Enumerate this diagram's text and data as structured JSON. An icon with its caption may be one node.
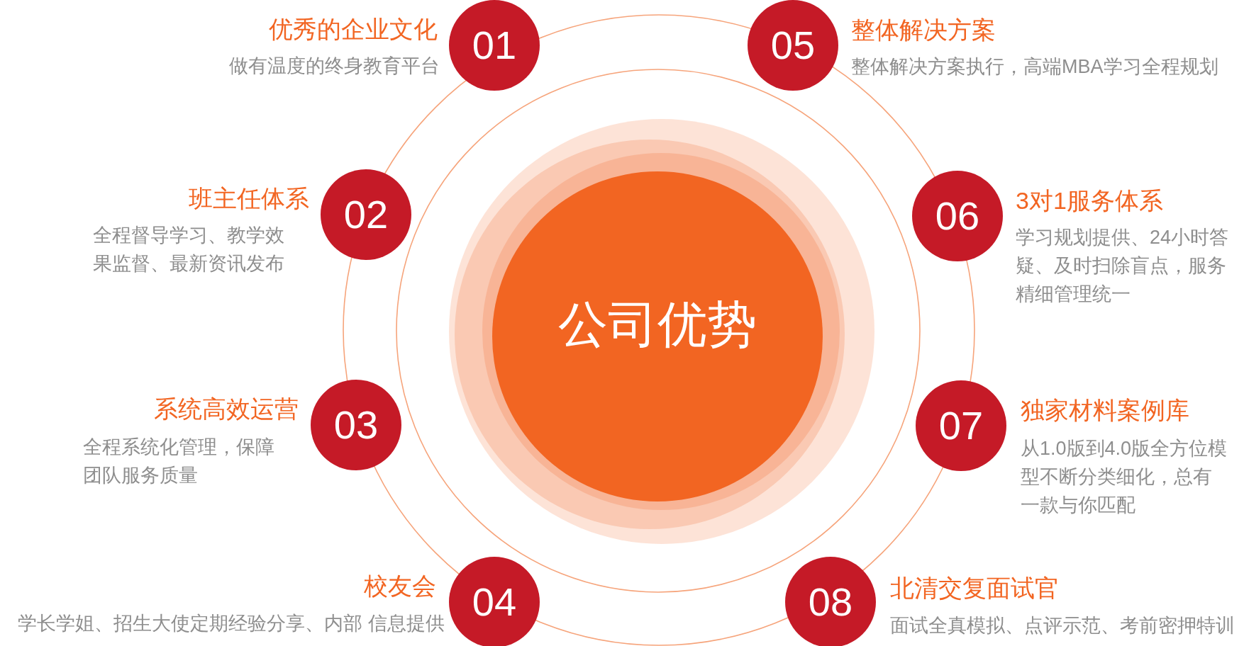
{
  "diagram": {
    "nodes": [
      {
        "text": [
          "公司优势"
        ]
      },
      {
        "text": [
          "01"
        ],
        "beside": [
          "优秀的企业文化",
          "做有温度的终身教育平台"
        ]
      },
      {
        "text": [
          "02"
        ],
        "beside": [
          "班主任体系",
          "全程督导学习、教学效果监督、最新资讯发布"
        ]
      },
      {
        "text": [
          "03"
        ],
        "beside": [
          "系统高效运营",
          "全程系统化管理，保障团队服务质量"
        ]
      },
      {
        "text": [
          "04"
        ],
        "beside": [
          "校友会",
          "学长学姐、招生大使定期经验分享、内部 信息提供"
        ]
      },
      {
        "text": [
          "05"
        ],
        "beside": [
          "整体解决方案",
          "整体解决方案执行，高端MBA学习全程规划"
        ]
      },
      {
        "text": [
          "06"
        ],
        "beside": [
          "3对1服务体系",
          "学习规划提供、24小时答疑、及时扫除盲点，服务精细管理统一"
        ]
      },
      {
        "text": [
          "07"
        ],
        "beside": [
          "独家材料案例库",
          "从1.0版到4.0版全方位模型不断分类细化，总有一款与你匹配"
        ]
      },
      {
        "text": [
          "08"
        ],
        "beside": [
          "北清交复面试官",
          "面试全真模拟、点评示范、考前密押特训"
        ]
      }
    ]
  }
}
